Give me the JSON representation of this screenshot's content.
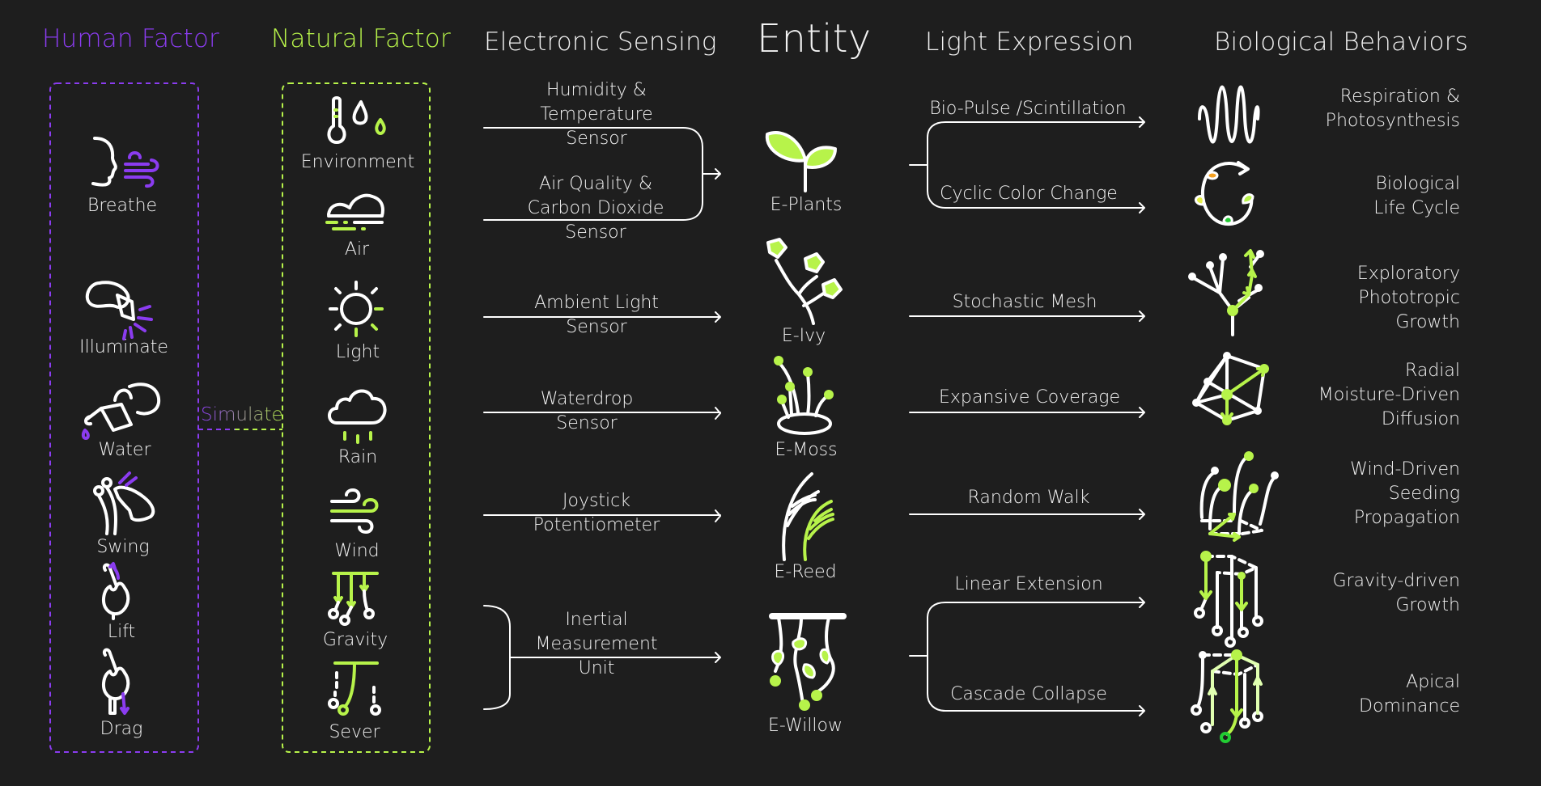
{
  "colors": {
    "background": "#1e1e1e",
    "human": "#8b3cf0",
    "natural": "#b7f34a",
    "text": "#f2f2f2"
  },
  "headers": {
    "human_factor": "Human Factor",
    "natural_factor": "Natural Factor",
    "electronic_sensing": "Electronic Sensing",
    "entity": "Entity",
    "light_expression": "Light Expression",
    "biological_behaviors": "Biological Behaviors"
  },
  "simulate_label": "Simulate",
  "human_factors": [
    {
      "label": "Breathe",
      "icon": "breathe-icon"
    },
    {
      "label": "Illuminate",
      "icon": "flashlight-icon"
    },
    {
      "label": "Water",
      "icon": "watering-can-icon"
    },
    {
      "label": "Swing",
      "icon": "swing-hand-icon"
    },
    {
      "label": "Lift",
      "icon": "lift-hand-icon"
    },
    {
      "label": "Drag",
      "icon": "drag-hand-icon"
    }
  ],
  "natural_factors": [
    {
      "label": "Environment",
      "icon": "thermometer-drop-icon"
    },
    {
      "label": "Air",
      "icon": "cloud-fog-icon"
    },
    {
      "label": "Light",
      "icon": "sun-icon"
    },
    {
      "label": "Rain",
      "icon": "rain-cloud-icon"
    },
    {
      "label": "Wind",
      "icon": "wind-icon"
    },
    {
      "label": "Gravity",
      "icon": "gravity-icon"
    },
    {
      "label": "Sever",
      "icon": "sever-icon"
    }
  ],
  "sensors": [
    "Humidity &\nTemperature\nSensor",
    "Air Quality &\nCarbon Dioxide\nSensor",
    "Ambient Light\nSensor",
    "Waterdrop\nSensor",
    "Joystick\nPotentiometer",
    "Inertial\nMeasurement\nUnit"
  ],
  "entities": [
    "E-Plants",
    "E-Ivy",
    "E-Moss",
    "E-Reed",
    "E-Willow"
  ],
  "light_expressions": [
    "Bio-Pulse /Scintillation",
    "Cyclic Color Change",
    "Stochastic Mesh",
    "Expansive Coverage",
    "Random Walk",
    "Linear Extension",
    "Cascade Collapse"
  ],
  "behaviors": [
    "Respiration &\nPhotosynthesis",
    "Biological\nLife Cycle",
    "Exploratory\nPhototropic\nGrowth",
    "Radial\nMoisture-Driven\nDiffusion",
    "Wind-Driven\nSeeding\nPropagation",
    "Gravity-driven\nGrowth",
    "Apical\nDominance"
  ]
}
